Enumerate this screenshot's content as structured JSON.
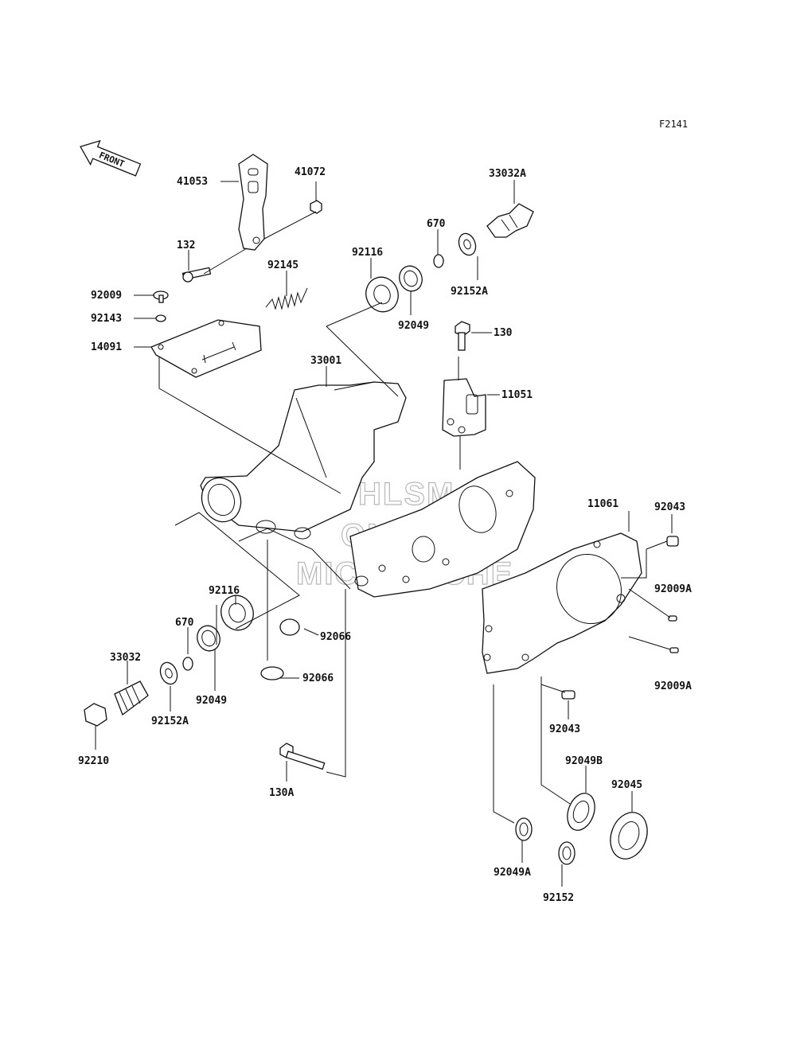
{
  "figure_id": "F2141",
  "front_label": "FRONT",
  "watermark": [
    "HLSM",
    "ONLINE",
    "MICROFICHE"
  ],
  "parts": {
    "p41053": "41053",
    "p41072": "41072",
    "p132": "132",
    "p92009": "92009",
    "p92143": "92143",
    "p14091": "14091",
    "p92145": "92145",
    "p33001": "33001",
    "p92116_top": "92116",
    "p670_top": "670",
    "p33032A": "33032A",
    "p92152A_top": "92152A",
    "p92049_top": "92049",
    "p130": "130",
    "p11051": "11051",
    "p11061": "11061",
    "p92043_top": "92043",
    "p92009A_1": "92009A",
    "p92009A_2": "92009A",
    "p92043_bot": "92043",
    "p92116_bot": "92116",
    "p670_bot": "670",
    "p33032": "33032",
    "p92152A_bot": "92152A",
    "p92049_bot": "92049",
    "p92066_1": "92066",
    "p92066_2": "92066",
    "p92210": "92210",
    "p130A": "130A",
    "p92049B": "92049B",
    "p92045": "92045",
    "p92049A": "92049A",
    "p92152": "92152"
  }
}
